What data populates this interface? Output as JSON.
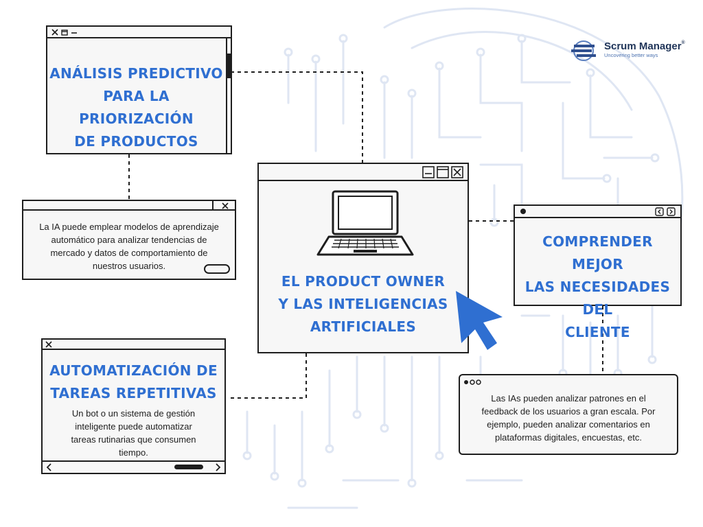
{
  "brand": {
    "name": "Scrum Manager",
    "registered": "®",
    "tagline": "Uncovering better ways"
  },
  "center": {
    "title_lines": [
      "EL PRODUCT OWNER",
      "Y LAS INTELIGENCIAS",
      "ARTIFICIALES"
    ],
    "icon": "laptop-icon"
  },
  "predictive": {
    "title_lines": [
      "ANÁLISIS PREDICTIVO",
      "PARA LA PRIORIZACIÓN",
      "DE PRODUCTOS"
    ],
    "description_lines": [
      "La IA puede emplear modelos de aprendizaje",
      "automático para analizar tendencias de",
      "mercado y datos de comportamiento de",
      "nuestros usuarios."
    ]
  },
  "automation": {
    "title_lines": [
      "AUTOMATIZACIÓN DE",
      "TAREAS REPETITIVAS"
    ],
    "description_lines": [
      "Un bot o un sistema de gestión",
      "inteligente puede automatizar",
      "tareas rutinarias que consumen",
      "tiempo."
    ]
  },
  "customer": {
    "title_lines": [
      "COMPRENDER MEJOR",
      "LAS NECESIDADES DEL",
      "CLIENTE"
    ],
    "description_lines": [
      "Las IAs pueden analizar patrones en el",
      "feedback de los usuarios a gran escala. Por",
      "ejemplo, pueden analizar comentarios en",
      "plataformas digitales, encuestas, etc."
    ]
  },
  "colors": {
    "accent": "#2f6fd1",
    "ink": "#1e1e1e",
    "circuit": "#dfe6f3",
    "brand_dark": "#1f3458"
  }
}
